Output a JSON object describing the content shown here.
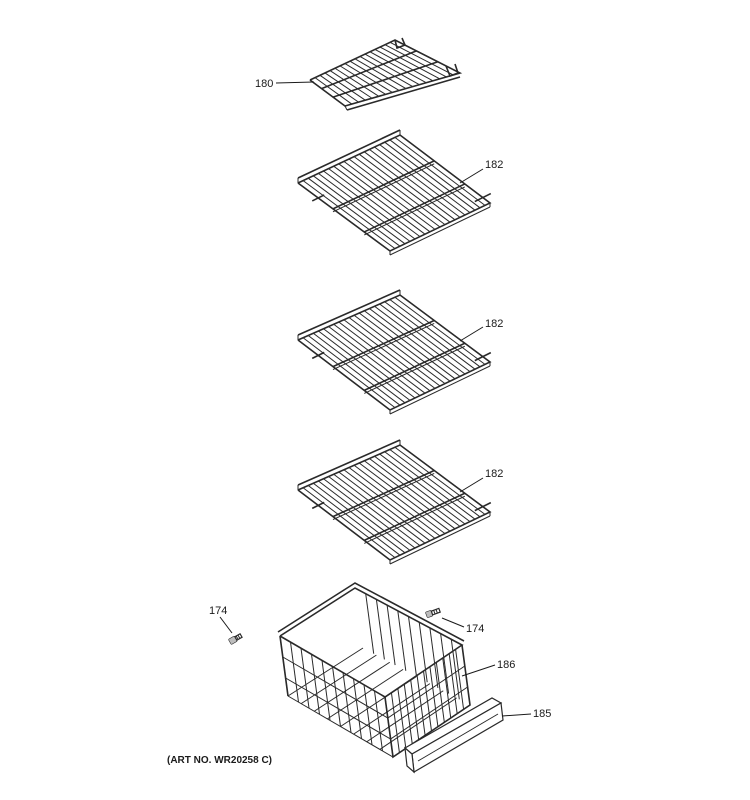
{
  "diagram": {
    "parts": [
      {
        "id": "rack-180",
        "label": "180"
      },
      {
        "id": "shelf-182-a",
        "label": "182"
      },
      {
        "id": "shelf-182-b",
        "label": "182"
      },
      {
        "id": "shelf-182-c",
        "label": "182"
      },
      {
        "id": "screw-174-left",
        "label": "174"
      },
      {
        "id": "screw-174-right",
        "label": "174"
      },
      {
        "id": "basket-186",
        "label": "186"
      },
      {
        "id": "front-panel-185",
        "label": "185"
      }
    ],
    "art_note": "(ART NO. WR20258 C)"
  }
}
